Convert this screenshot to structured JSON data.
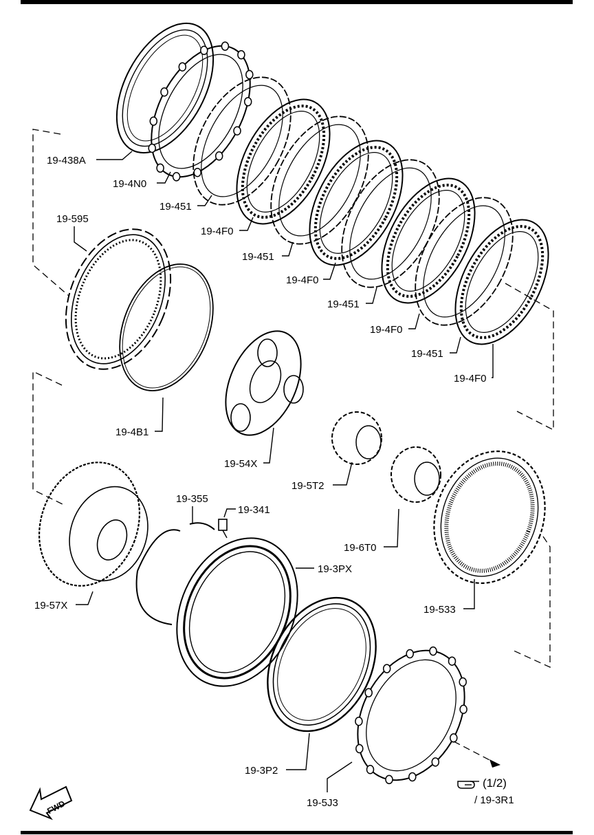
{
  "labels": {
    "p_438A": "19-438A",
    "p_4N0": "19-4N0",
    "p_451_1": "19-451",
    "p_4F0_1": "19-4F0",
    "p_451_2": "19-451",
    "p_4F0_2": "19-4F0",
    "p_451_3": "19-451",
    "p_4F0_3": "19-4F0",
    "p_451_4": "19-451",
    "p_4F0_4": "19-4F0",
    "p_595": "19-595",
    "p_4B1": "19-4B1",
    "p_54X": "19-54X",
    "p_5T2": "19-5T2",
    "p_6T0": "19-6T0",
    "p_355": "19-355",
    "p_341": "19-341",
    "p_3PX": "19-3PX",
    "p_57X": "19-57X",
    "p_533": "19-533",
    "p_3P2": "19-3P2",
    "p_5J3": "19-5J3"
  },
  "reference": {
    "page": "(1/2)",
    "target": "/ 19-3R1"
  },
  "fwd_label": "FWD",
  "icons": {
    "pointing_hand": "pointing-hand-icon",
    "fwd_arrow": "fwd-arrow-icon"
  },
  "colors": {
    "line": "#000000",
    "background": "#ffffff"
  }
}
